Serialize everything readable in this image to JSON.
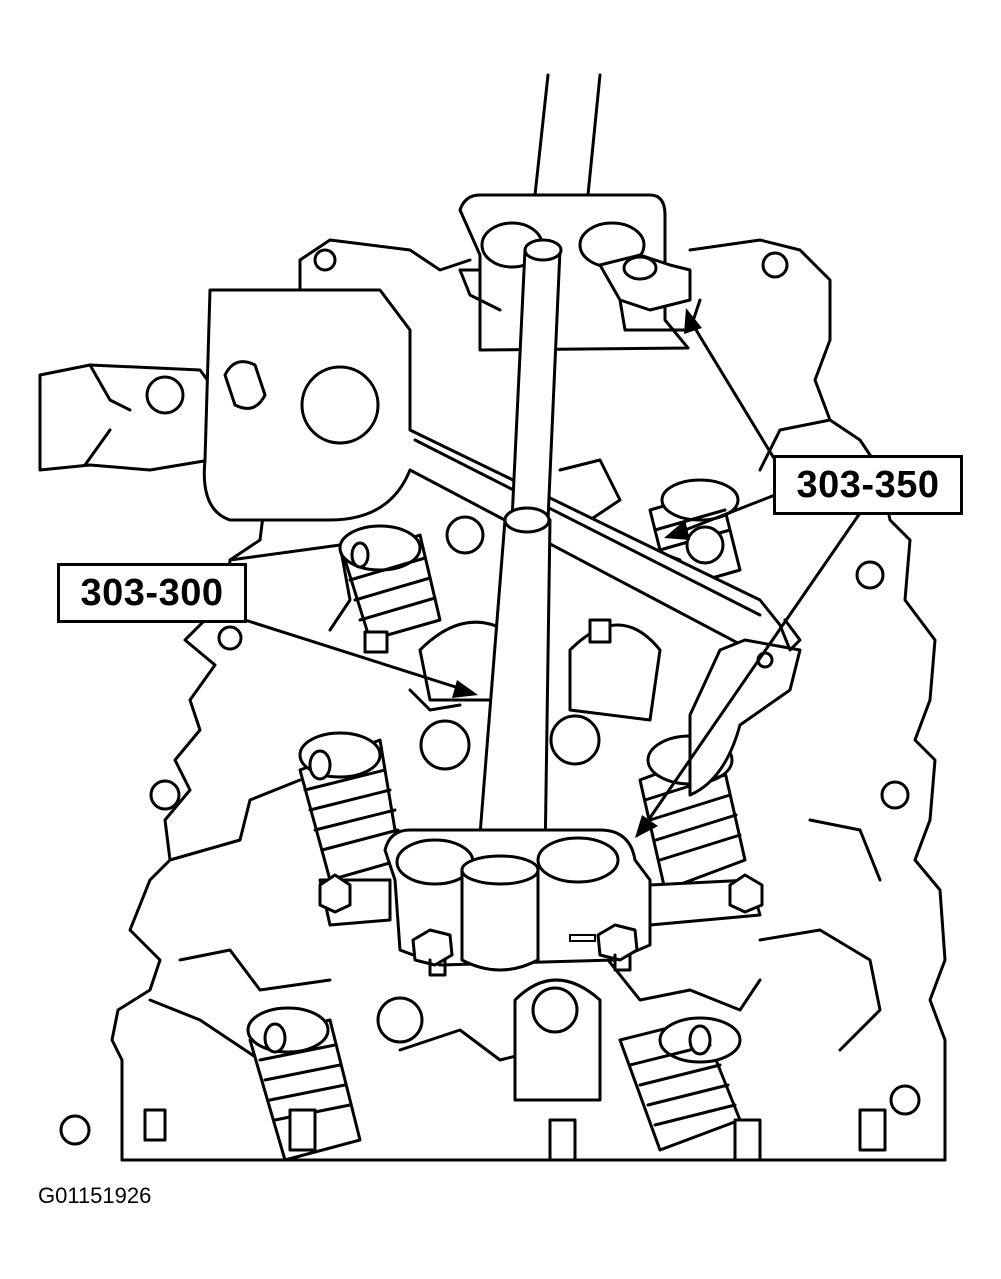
{
  "callouts": {
    "tool_a": "303-350",
    "tool_b": "303-300"
  },
  "figure_id": "G01151926",
  "colors": {
    "ink": "#000000",
    "paper": "#ffffff"
  }
}
